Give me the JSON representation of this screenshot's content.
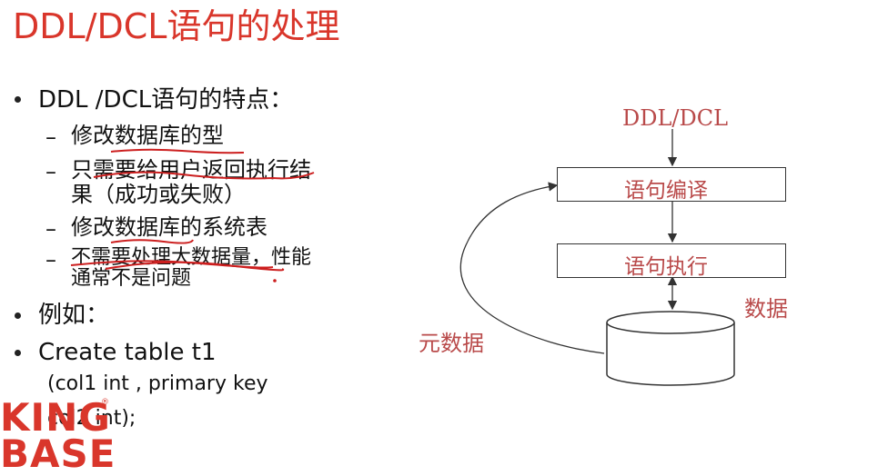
{
  "slide": {
    "title": "DDL/DCL语句的处理"
  },
  "bullets": {
    "b1": "DDL /DCL语句的特点：",
    "b1_items": [
      "修改数据库的型",
      "只需要给用户返回执行结",
      "果（成功或失败）",
      "修改数据库的系统表",
      "不需要处理大数据量，性能",
      "通常不是问题"
    ],
    "b2": "例如：",
    "b3": "Create table t1",
    "code_line1": "(col1 int , primary key",
    "code_line2": "col2 int);"
  },
  "diagram": {
    "input_label": "DDL/DCL",
    "box1": "语句编译",
    "box2": "语句执行",
    "data_label": "数据",
    "meta_label": "元数据"
  },
  "logo": {
    "line1": "KING",
    "line2": "BASE",
    "reg": "®"
  },
  "colors": {
    "accent": "#d9362b",
    "diagram_text": "#b94a4a",
    "annotation": "#cc1f1f"
  }
}
